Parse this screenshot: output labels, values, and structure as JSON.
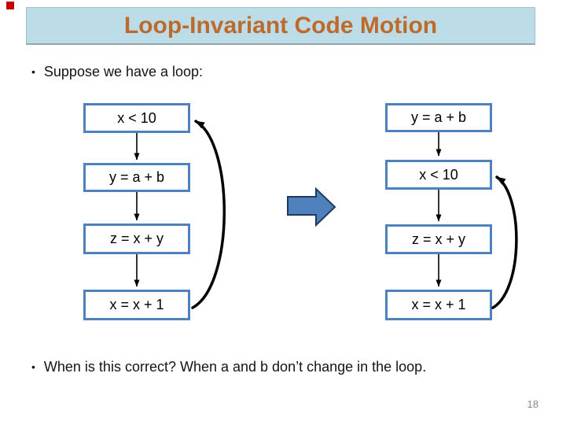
{
  "slide": {
    "title": "Loop-Invariant Code Motion",
    "bullet_char": "•",
    "bullets": [
      "Suppose we have a loop:",
      "When is this correct? When a and b don’t change in the loop."
    ],
    "page_number": "18"
  },
  "diagram_before": {
    "nodes": [
      {
        "label": "x < 10"
      },
      {
        "label": "y = a + b"
      },
      {
        "label": "z = x + y"
      },
      {
        "label": "x = x + 1"
      }
    ]
  },
  "diagram_after": {
    "nodes": [
      {
        "label": "y = a + b"
      },
      {
        "label": "x < 10"
      },
      {
        "label": "z = x + y"
      },
      {
        "label": "x = x + 1"
      }
    ]
  },
  "icons": {
    "transform_arrow": "right-block-arrow",
    "loop_back_edge": "curved-back-arrow"
  },
  "colors": {
    "title_text": "#be6a2c",
    "title_bg": "#bcdde8",
    "box_border": "#4f81bd",
    "arrow_fill": "#4f81bd",
    "arrow_outline": "#1f3a5f",
    "marker_red": "#c00000",
    "page_number": "#8a8a8a"
  }
}
